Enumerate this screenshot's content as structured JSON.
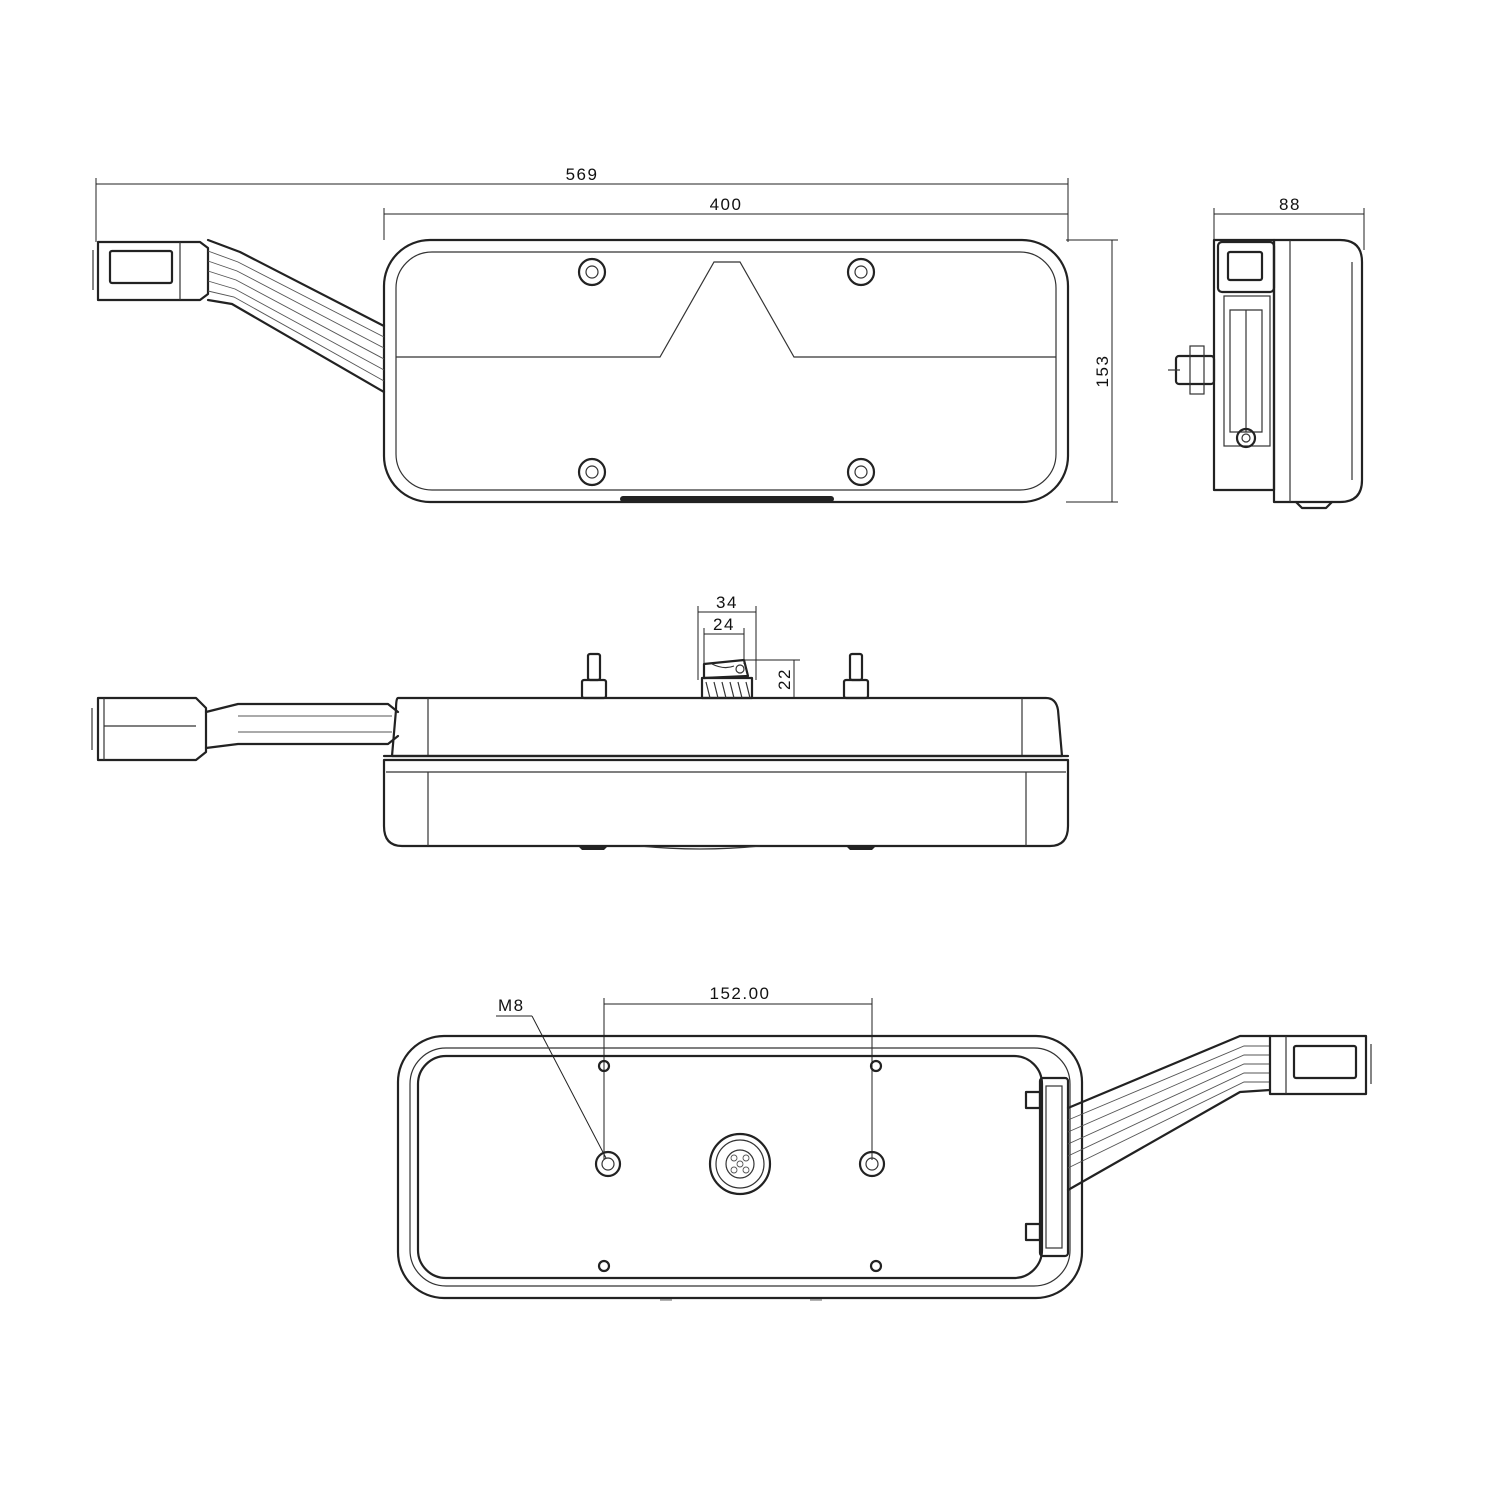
{
  "dimensions": {
    "overall_length": "569",
    "lamp_length": "400",
    "height": "153",
    "depth": "88",
    "connector_outer": "34",
    "connector_inner": "24",
    "connector_height": "22",
    "stud_spacing": "152.00",
    "stud_thread": "M8"
  },
  "colors": {
    "line": "#222222",
    "background": "#ffffff"
  }
}
